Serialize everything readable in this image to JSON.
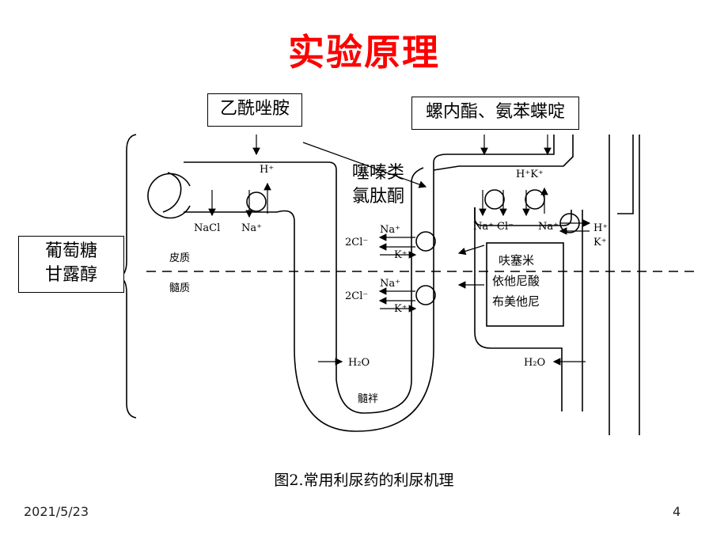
{
  "title": "实验原理",
  "drugs": {
    "acetazolamide": "乙酰唑胺",
    "spironolactone": "螺内酯、氨苯蝶啶",
    "thiazide": "噻嗪类",
    "chlorthalidone": "氯肽酮",
    "mannitol_1": "葡萄糖",
    "mannitol_2": "甘露醇",
    "loop_1": "呋塞米",
    "loop_2": "依他尼酸",
    "loop_3": "布美他尼"
  },
  "diagram": {
    "cortex": "皮质",
    "medulla": "髓质",
    "loop": "髓袢",
    "nacl": "NaCl",
    "na": "Na⁺",
    "h": "H⁺",
    "hk": "H⁺K⁺",
    "k": "K⁺",
    "cl": "Cl⁻",
    "cl2": "2Cl⁻",
    "h2o": "H₂O"
  },
  "caption": "图2.常用利尿药的利尿机理",
  "footer": {
    "date": "2021/5/23",
    "page": "4"
  }
}
